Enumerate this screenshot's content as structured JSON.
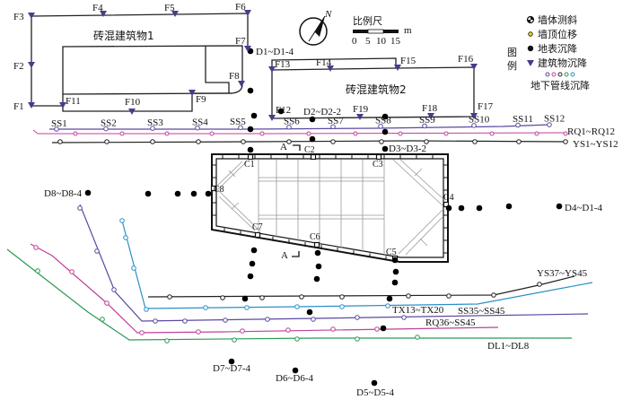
{
  "title": "监测点平面布置图",
  "colors": {
    "building_marker": "#4b3a8c",
    "surface_dot": "#000000",
    "pipe_ss": "#5a4aa0",
    "pipe_rq": "#c0409a",
    "pipe_ys": "#222222",
    "pipe_tx": "#2a90c8",
    "pipe_dl": "#2a9a55",
    "wall_top_disp": "#e8d800"
  },
  "compass": {
    "label": "N"
  },
  "scale_bar": {
    "title": "比例尺",
    "unit": "m",
    "ticks": [
      "0",
      "5",
      "10",
      "15"
    ]
  },
  "legend": {
    "heading": [
      "图",
      "例"
    ],
    "items": [
      {
        "icon": "wall-tilt-icon",
        "label": "墙体测斜"
      },
      {
        "icon": "wall-top-displacement-icon",
        "label": "墙顶位移"
      },
      {
        "icon": "surface-settlement-icon",
        "label": "地表沉降"
      },
      {
        "icon": "building-settlement-icon",
        "label": "建筑物沉降"
      }
    ],
    "pipe_label": "地下管线沉降"
  },
  "buildings": [
    {
      "name": "砖混建筑物1"
    },
    {
      "name": "砖混建筑物2"
    }
  ],
  "building_points": [
    "F1",
    "F2",
    "F3",
    "F4",
    "F5",
    "F6",
    "F7",
    "F8",
    "F9",
    "F10",
    "F11",
    "F12",
    "F13",
    "F14",
    "F15",
    "F16",
    "F17",
    "F18",
    "F19"
  ],
  "ss_points": [
    "SS1",
    "SS2",
    "SS3",
    "SS4",
    "SS5",
    "SS6",
    "SS7",
    "SS8",
    "SS9",
    "SS10",
    "SS11",
    "SS12"
  ],
  "pipeline_labels": {
    "rq_top": "RQ1~RQ12",
    "ys_top": "YS1~YS12",
    "ys_bottom": "YS37~YS45",
    "tx": "TX13~TX20",
    "ss_bottom": "SS35~SS45",
    "rq_bottom": "RQ36~SS45",
    "dl": "DL1~DL8"
  },
  "surface_groups": [
    "D1~D1-4",
    "D2~D2-2",
    "D3~D3-2",
    "D4~D1-4",
    "D5~D5-4",
    "D6~D6-4",
    "D7~D7-4",
    "D8~D8-4"
  ],
  "wall_points": [
    "C1",
    "C2",
    "C3",
    "C4",
    "C5",
    "C6",
    "C7",
    "C8"
  ],
  "section": {
    "label": "A"
  }
}
